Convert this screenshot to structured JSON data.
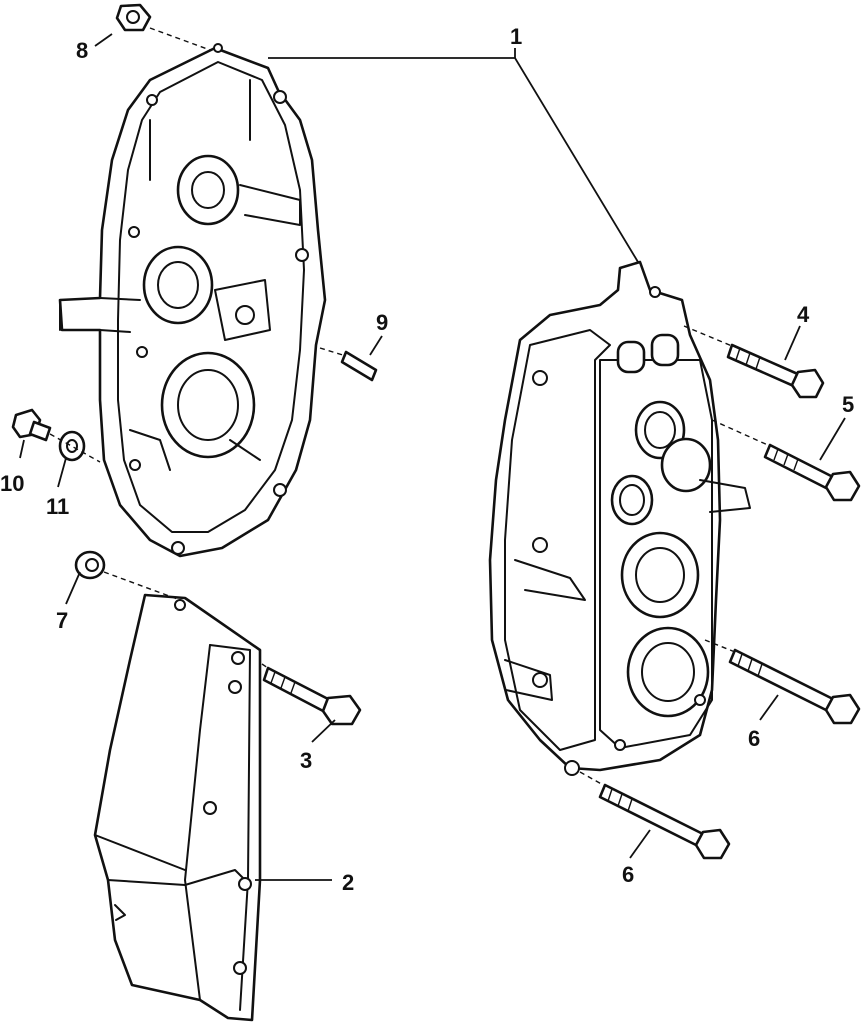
{
  "callouts": {
    "c1": "1",
    "c2": "2",
    "c3": "3",
    "c4": "4",
    "c5": "5",
    "c6a": "6",
    "c6b": "6",
    "c7": "7",
    "c8": "8",
    "c9": "9",
    "c10": "10",
    "c11": "11"
  },
  "colors": {
    "line": "#111111",
    "background": "#ffffff"
  }
}
